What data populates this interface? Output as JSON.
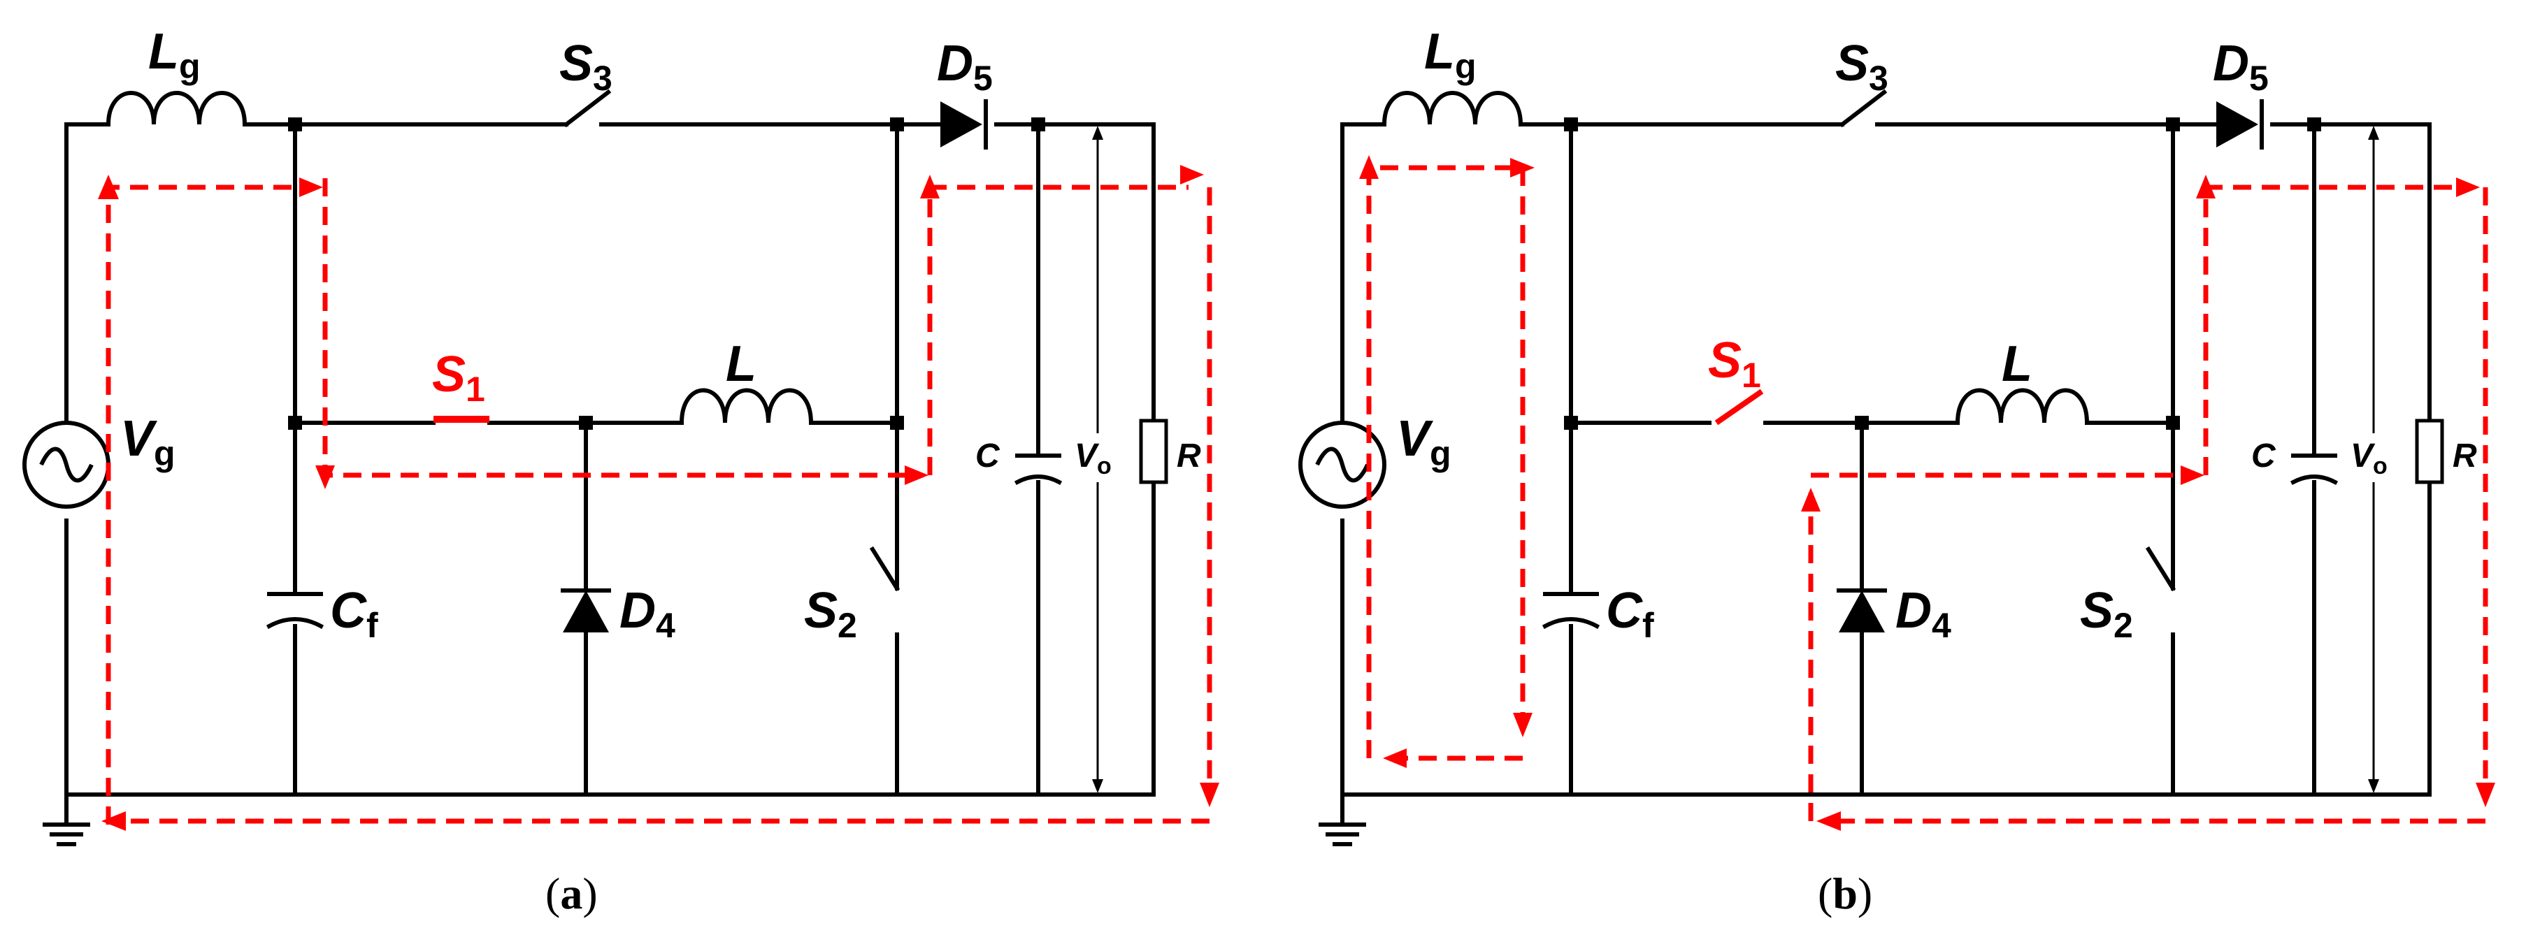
{
  "components": {
    "Lg": {
      "main": "L",
      "sub": "g"
    },
    "S3": {
      "main": "S",
      "sub": "3"
    },
    "D5": {
      "main": "D",
      "sub": "5"
    },
    "S1": {
      "main": "S",
      "sub": "1"
    },
    "L": {
      "main": "L"
    },
    "Vg": {
      "main": "V",
      "sub": "g"
    },
    "Cf": {
      "main": "C",
      "sub": "f"
    },
    "D4": {
      "main": "D",
      "sub": "4"
    },
    "S2": {
      "main": "S",
      "sub": "2"
    },
    "C": {
      "main": "C"
    },
    "Vo": {
      "main": "V",
      "sub": "o"
    },
    "R": {
      "main": "R"
    }
  },
  "panels": [
    {
      "caption_open": "(",
      "caption_letter": "a",
      "caption_close": ")",
      "s1_state": "closed"
    },
    {
      "caption_open": "(",
      "caption_letter": "b",
      "caption_close": ")",
      "s1_state": "open"
    }
  ],
  "colors": {
    "wire": "#000000",
    "current_path": "#ff0000",
    "highlight": "#ff0000"
  }
}
